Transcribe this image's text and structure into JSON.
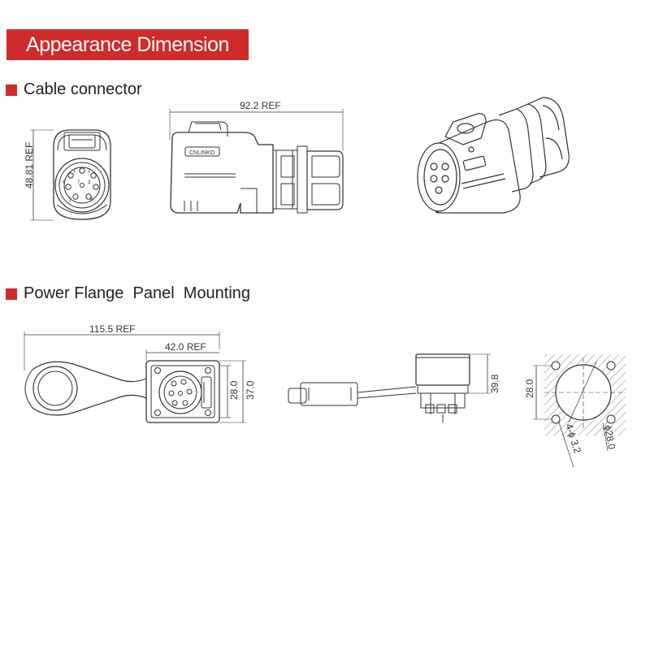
{
  "header": {
    "title": "Appearance Dimension"
  },
  "sections": [
    {
      "title": "Cable connector"
    },
    {
      "title": "Power Flange  Panel  Mounting"
    }
  ],
  "cable": {
    "height_label": "48.81 REF",
    "length_label": "92.2 REF",
    "pins": [
      "1",
      "2",
      "3",
      "4",
      "5",
      "6",
      "7"
    ],
    "brand_mark": "CNLINKO"
  },
  "flange": {
    "total_label": "115.5 REF",
    "width_label": "42.0 REF",
    "inner_label": "28.0",
    "outer_label": "37.0",
    "height_label": "39.8",
    "cutout_label": "28.0",
    "hole_label": "4-ϕ 3.2",
    "diameter_label": "ϕ28.0"
  },
  "colors": {
    "accent": "#d02b2b",
    "line": "#333333"
  }
}
